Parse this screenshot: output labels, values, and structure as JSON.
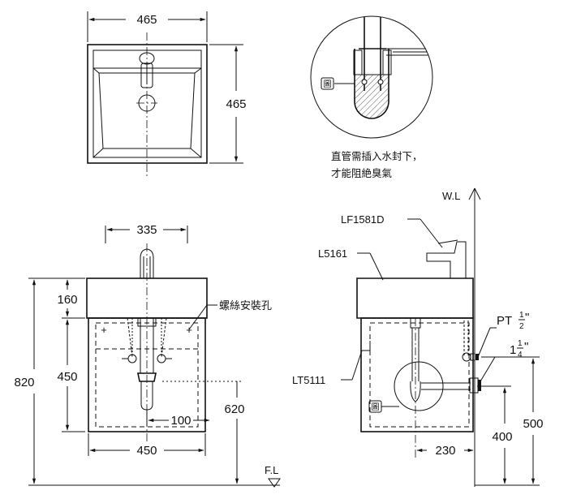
{
  "top_view": {
    "width_label": "465",
    "depth_label": "465"
  },
  "detail_view": {
    "marker": "圖",
    "note_line1": "直管需插入水封下，",
    "note_line2": "才能阻絶臭氣"
  },
  "front_view": {
    "width_top_label": "335",
    "height_total_label": "820",
    "basin_height_label": "160",
    "cabinet_height_label": "450",
    "drain_height_label": "620",
    "drain_offset_label": "100",
    "cabinet_width_label": "450",
    "screw_hole_label": "螺絲安裝孔"
  },
  "side_view": {
    "water_level_label": "W.L",
    "faucet_model": "LF1581D",
    "basin_model": "L5161",
    "cabinet_model": "LT5111",
    "pt_label": "PT",
    "pt_fraction_num": "1",
    "pt_fraction_den": "2",
    "pt_inch": "\"",
    "drain_fraction_whole": "1",
    "drain_fraction_num": "1",
    "drain_fraction_den": "4",
    "drain_inch": "\"",
    "marker": "圖",
    "depth_label": "230",
    "drain_height_label": "400",
    "supply_height_label": "500"
  },
  "floor_label": "F.L"
}
